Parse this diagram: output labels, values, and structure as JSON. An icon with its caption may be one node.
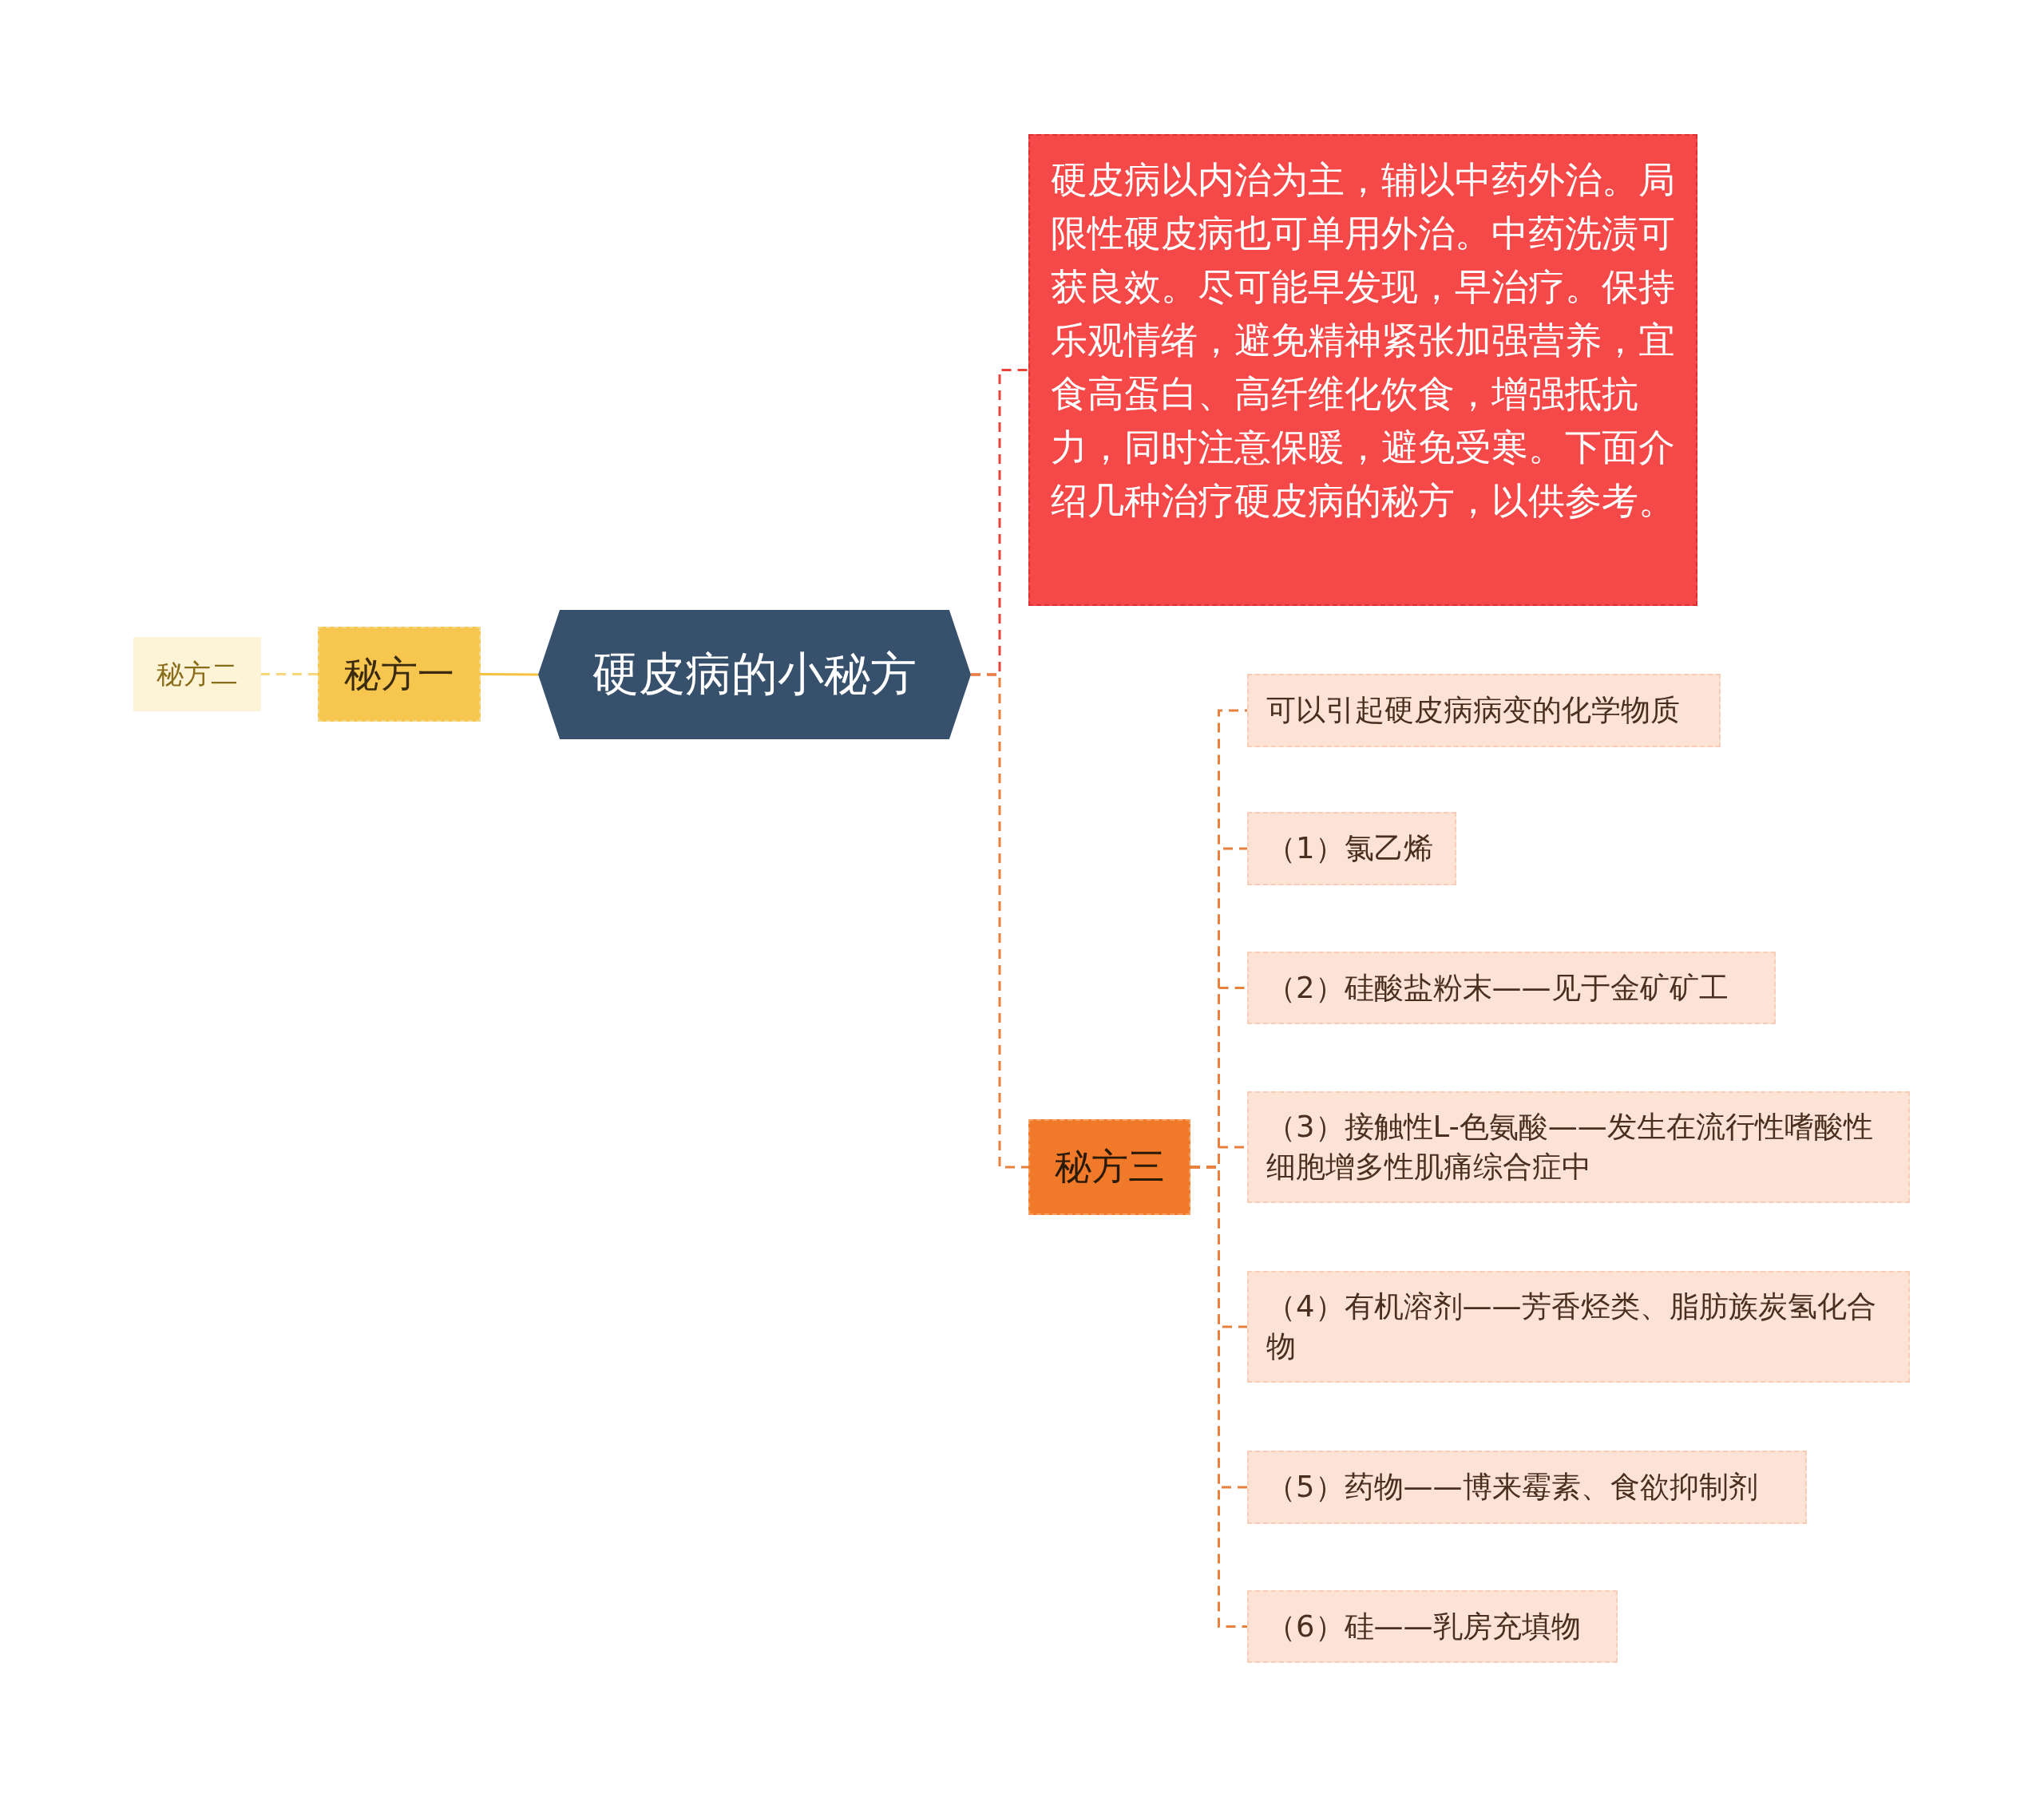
{
  "diagram": {
    "nodes": [
      {
        "text": [
          "硬皮病的小秘方"
        ]
      },
      {
        "text": [
          "秘方一"
        ]
      },
      {
        "text": [
          "秘方二"
        ]
      },
      {
        "text": [
          "硬皮病以内治为主，辅以中药外治。局限性硬皮病也可单用外治。中药洗渍可获良效。尽可能早发现，早治疗。保持乐观情绪，避免精神紧张加强营养，宜食高蛋白、高纤维化饮食，增强抵抗力，同时注意保暖，避免受寒。下面介绍几种治疗硬皮病的秘方，以供参考。"
        ]
      },
      {
        "text": [
          "秘方三"
        ]
      },
      {
        "text": [
          "可以引起硬皮病病变的化学物质"
        ]
      },
      {
        "text": [
          "（1）氯乙烯"
        ]
      },
      {
        "text": [
          "（2）硅酸盐粉末——见于金矿矿工"
        ]
      },
      {
        "text": [
          "（3）接触性L-色氨酸——发生在流行性嗜酸性细胞增多性肌痛综合症中"
        ]
      },
      {
        "text": [
          "（4）有机溶剂——芳香烃类、脂肪族炭氢化合物"
        ]
      },
      {
        "text": [
          "（5）药物——博来霉素、食欲抑制剂"
        ]
      },
      {
        "text": [
          "（6）硅——乳房充填物"
        ]
      }
    ],
    "edges": [
      {
        "from": 0,
        "to": 1,
        "arrow": "none",
        "color": "#f5c242"
      },
      {
        "from": 1,
        "to": 2,
        "arrow": "none",
        "style": "dashed",
        "color": "#f7d77a"
      },
      {
        "from": 0,
        "to": 3,
        "arrow": "none",
        "style": "dashed",
        "color": "#e8443a"
      },
      {
        "from": 0,
        "to": 4,
        "arrow": "none",
        "style": "dashed"
      },
      {
        "from": 4,
        "to": 5,
        "arrow": "none",
        "style": "dashed"
      },
      {
        "from": 4,
        "to": 6,
        "arrow": "none",
        "style": "dashed"
      },
      {
        "from": 4,
        "to": 7,
        "arrow": "none",
        "style": "dashed"
      },
      {
        "from": 4,
        "to": 8,
        "arrow": "none",
        "style": "dashed"
      },
      {
        "from": 4,
        "to": 9,
        "arrow": "none",
        "style": "dashed"
      },
      {
        "from": 4,
        "to": 10,
        "arrow": "none",
        "style": "dashed"
      },
      {
        "from": 4,
        "to": 11,
        "arrow": "none",
        "style": "dashed"
      }
    ]
  }
}
